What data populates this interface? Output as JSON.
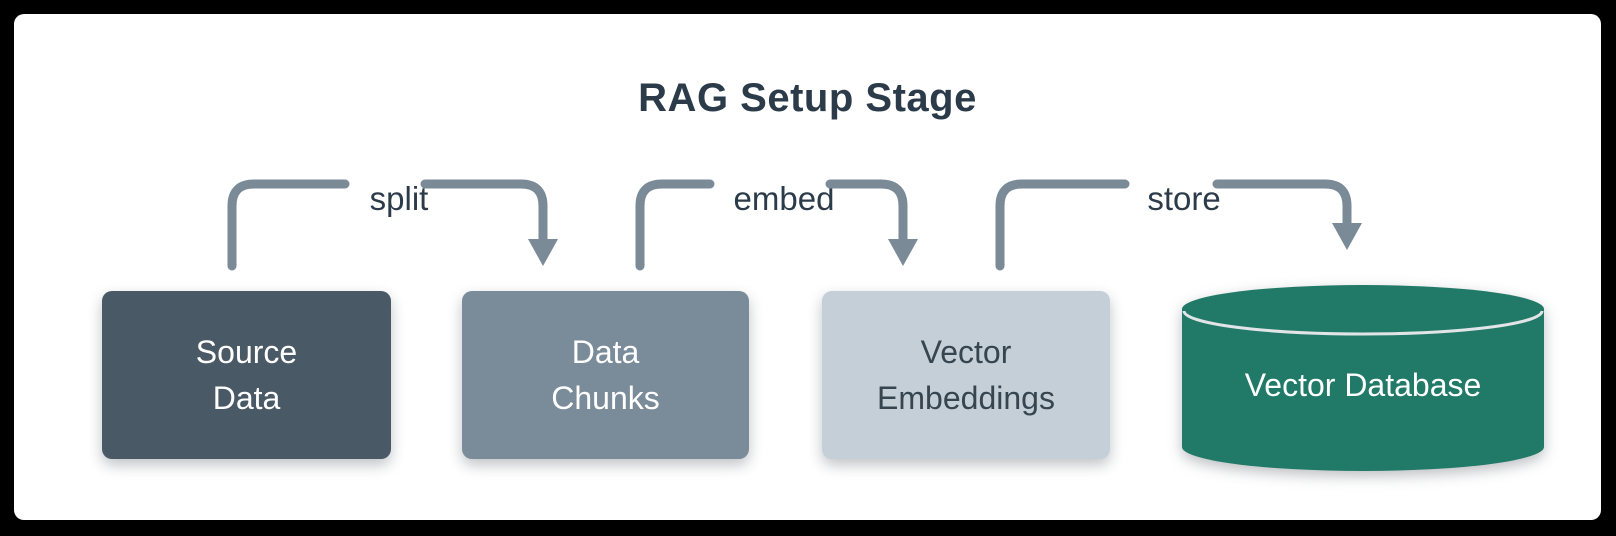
{
  "title": "RAG Setup Stage",
  "nodes": [
    {
      "id": "source-data",
      "shape": "rounded-box",
      "label_lines": [
        "Source",
        "Data"
      ],
      "fill": "#4a5966",
      "text_color": "#ffffff"
    },
    {
      "id": "data-chunks",
      "shape": "rounded-box",
      "label_lines": [
        "Data",
        "Chunks"
      ],
      "fill": "#7a8b9a",
      "text_color": "#ffffff"
    },
    {
      "id": "vector-embeddings",
      "shape": "rounded-box",
      "label_lines": [
        "Vector",
        "Embeddings"
      ],
      "fill": "#c4cfd8",
      "text_color": "#36454f"
    },
    {
      "id": "vector-database",
      "shape": "cylinder",
      "label_lines": [
        "Vector Database"
      ],
      "fill": "#217a68",
      "text_color": "#ffffff",
      "top_edge_highlight": "#e2e5e7"
    }
  ],
  "edges": [
    {
      "from": "source-data",
      "to": "data-chunks",
      "label": "split"
    },
    {
      "from": "data-chunks",
      "to": "vector-embeddings",
      "label": "embed"
    },
    {
      "from": "vector-embeddings",
      "to": "vector-database",
      "label": "store"
    }
  ],
  "colors": {
    "outer_background": "#000000",
    "card_background": "#ffffff",
    "title_text": "#2c3b4a",
    "arrow": "#7b8a97",
    "edge_label_text": "#2c3b4a"
  }
}
